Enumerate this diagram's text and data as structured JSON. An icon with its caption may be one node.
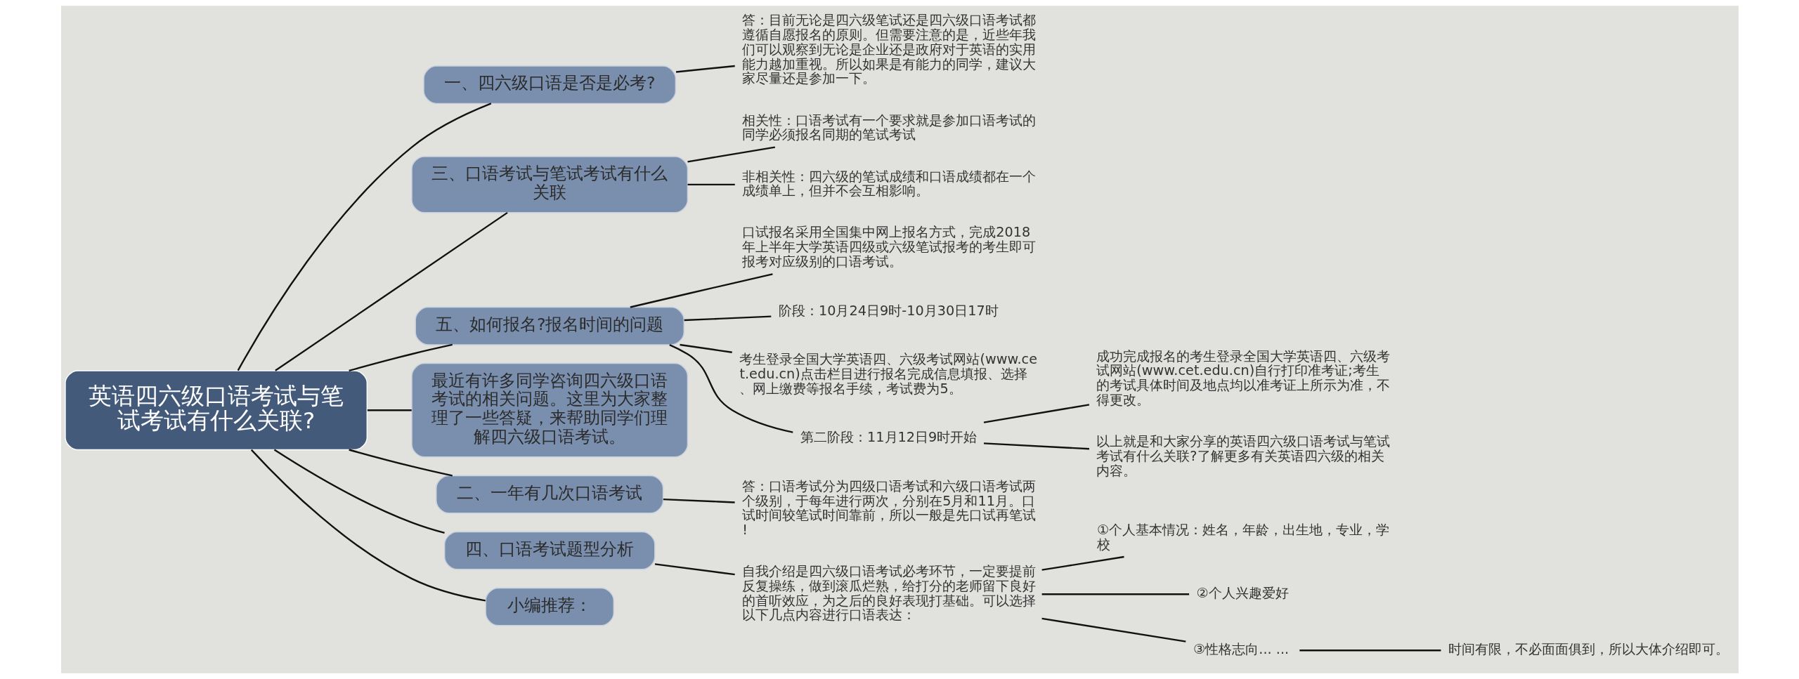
{
  "diagram": {
    "nodes": [
      {
        "text": [
          "英语四六级口语考试与笔试考试有什么关联?"
        ]
      },
      {
        "text": [
          "一、四六级口语是否是必考?"
        ]
      },
      {
        "text": [
          "答：目前无论是四六级笔试还是四六级口语考试都遵循自愿报名的原则。但需要注意的是，近些年我们可以观察到无论是企业还是政府对于英语的实用能力越加重视。所以如果是有能力的同学，建议大家尽量还是参加一下。"
        ]
      },
      {
        "text": [
          "三、口语考试与笔试考试有什么关联"
        ]
      },
      {
        "text": [
          "相关性：口语考试有一个要求就是参加口语考试的同学必须报名同期的笔试考试"
        ]
      },
      {
        "text": [
          "非相关性：四六级的笔试成绩和口语成绩都在一个成绩单上，但并不会互相影响。"
        ]
      },
      {
        "text": [
          "五、如何报名?报名时间的问题"
        ]
      },
      {
        "text": [
          "口试报名采用全国集中网上报名方式，完成2018年上半年大学英语四级或六级笔试报考的考生即可报考对应级别的口语考试。"
        ]
      },
      {
        "text": [
          "阶段：10月24日9时-10月30日17时"
        ]
      },
      {
        "text": [
          "考生登录全国大学英语四、六级考试网站(www.cet.edu.cn)点击栏目进行报名完成信息填报、选择、网上缴费等报名手续，考试费为5。"
        ]
      },
      {
        "text": [
          "第二阶段：11月12日9时开始"
        ]
      },
      {
        "text": [
          "成功完成报名的考生登录全国大学英语四、六级考试网站(www.cet.edu.cn)自行打印准考证;考生的考试具体时间及地点均以准考证上所示为准，不得更改。"
        ]
      },
      {
        "text": [
          "以上就是和大家分享的英语四六级口语考试与笔试考试有什么关联?了解更多有关英语四六级的相关内容。"
        ]
      },
      {
        "text": [
          "最近有许多同学咨询四六级口语考试的相关问题。这里为大家整理了一些答疑，来帮助同学们理解四六级口语考试。"
        ]
      },
      {
        "text": [
          "二、一年有几次口语考试"
        ]
      },
      {
        "text": [
          "答：口语考试分为四级口语考试和六级口语考试两个级别，于每年进行两次，分别在5月和11月。口试时间较笔试时间靠前，所以一般是先口试再笔试!"
        ]
      },
      {
        "text": [
          "四、口语考试题型分析"
        ]
      },
      {
        "text": [
          "自我介绍是四六级口语考试必考环节，一定要提前反复操练，做到滚瓜烂熟，给打分的老师留下良好的首听效应，为之后的良好表现打基础。可以选择以下几点内容进行口语表达："
        ]
      },
      {
        "text": [
          "①个人基本情况：姓名，年龄，出生地，专业，学校"
        ]
      },
      {
        "text": [
          "②个人兴趣爱好"
        ]
      },
      {
        "text": [
          "③性格志向... ..."
        ]
      },
      {
        "text": [
          "时间有限，不必面面俱到，所以大体介绍即可。"
        ]
      },
      {
        "text": [
          "小编推荐："
        ]
      }
    ],
    "edges": [
      {
        "from": 0,
        "to": 1,
        "arrow": "none"
      },
      {
        "from": 1,
        "to": 2,
        "arrow": "none"
      },
      {
        "from": 0,
        "to": 3,
        "arrow": "none"
      },
      {
        "from": 3,
        "to": 4,
        "arrow": "none"
      },
      {
        "from": 3,
        "to": 5,
        "arrow": "none"
      },
      {
        "from": 0,
        "to": 6,
        "arrow": "none"
      },
      {
        "from": 6,
        "to": 7,
        "arrow": "none"
      },
      {
        "from": 6,
        "to": 8,
        "arrow": "none"
      },
      {
        "from": 6,
        "to": 9,
        "arrow": "none"
      },
      {
        "from": 6,
        "to": 10,
        "arrow": "none"
      },
      {
        "from": 10,
        "to": 11,
        "arrow": "none"
      },
      {
        "from": 10,
        "to": 12,
        "arrow": "none"
      },
      {
        "from": 0,
        "to": 13,
        "arrow": "none"
      },
      {
        "from": 0,
        "to": 14,
        "arrow": "none"
      },
      {
        "from": 14,
        "to": 15,
        "arrow": "none"
      },
      {
        "from": 0,
        "to": 16,
        "arrow": "none"
      },
      {
        "from": 16,
        "to": 17,
        "arrow": "none"
      },
      {
        "from": 17,
        "to": 18,
        "arrow": "none"
      },
      {
        "from": 17,
        "to": 19,
        "arrow": "none"
      },
      {
        "from": 17,
        "to": 20,
        "arrow": "none"
      },
      {
        "from": 20,
        "to": 21,
        "arrow": "none"
      },
      {
        "from": 0,
        "to": 22,
        "arrow": "none"
      }
    ]
  }
}
